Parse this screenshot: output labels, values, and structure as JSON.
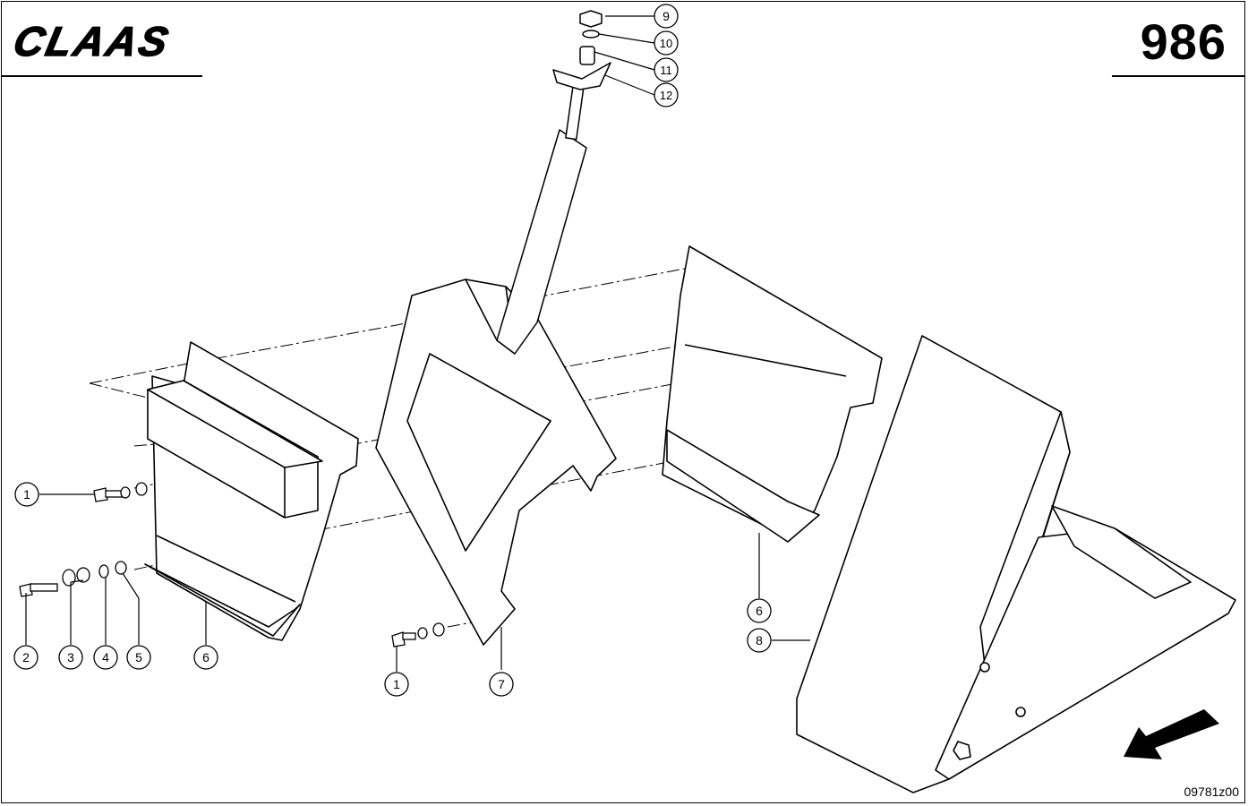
{
  "brand": {
    "logo_text": "CLAAS"
  },
  "header": {
    "page_number": "986"
  },
  "footer": {
    "drawing_code": "09781z00"
  },
  "callouts": [
    {
      "id": "c1a",
      "label": "1"
    },
    {
      "id": "c1b",
      "label": "1"
    },
    {
      "id": "c2",
      "label": "2"
    },
    {
      "id": "c3",
      "label": "3"
    },
    {
      "id": "c4",
      "label": "4"
    },
    {
      "id": "c5",
      "label": "5"
    },
    {
      "id": "c6a",
      "label": "6"
    },
    {
      "id": "c6b",
      "label": "6"
    },
    {
      "id": "c7",
      "label": "7"
    },
    {
      "id": "c8",
      "label": "8"
    },
    {
      "id": "c9",
      "label": "9"
    },
    {
      "id": "c10",
      "label": "10"
    },
    {
      "id": "c11",
      "label": "11"
    },
    {
      "id": "c12",
      "label": "12"
    }
  ],
  "colors": {
    "line": "#000000",
    "paper": "#ffffff"
  },
  "icons": [
    "direction-arrow-icon"
  ]
}
